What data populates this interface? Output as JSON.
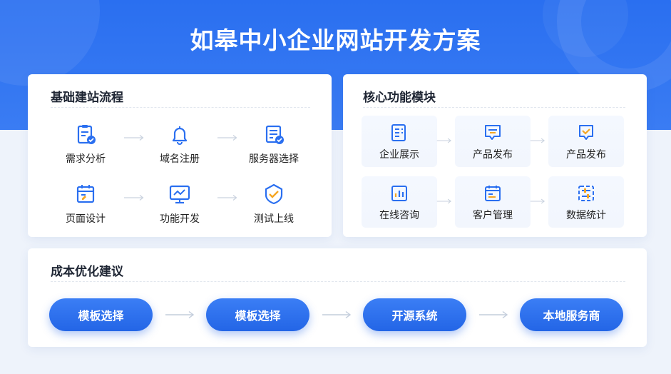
{
  "title": "如皋中小企业网站开发方案",
  "colors": {
    "primary": "#2a6ff0",
    "accent": "#f5a623"
  },
  "flow_card": {
    "title": "基础建站流程",
    "steps": [
      {
        "label": "需求分析",
        "icon": "clipboard-check-icon"
      },
      {
        "label": "域名注册",
        "icon": "bell-icon"
      },
      {
        "label": "服务器选择",
        "icon": "document-check-icon"
      },
      {
        "label": "页面设计",
        "icon": "calendar-edit-icon"
      },
      {
        "label": "功能开发",
        "icon": "monitor-chart-icon"
      },
      {
        "label": "测试上线",
        "icon": "shield-check-icon"
      }
    ]
  },
  "module_card": {
    "title": "核心功能模块",
    "tiles": [
      {
        "label": "企业展示",
        "icon": "list-doc-icon"
      },
      {
        "label": "产品发布",
        "icon": "message-edit-icon"
      },
      {
        "label": "产品发布",
        "icon": "chat-check-icon"
      },
      {
        "label": "在线咨询",
        "icon": "bar-chart-icon"
      },
      {
        "label": "客户管理",
        "icon": "calendar-list-icon"
      },
      {
        "label": "数据统计",
        "icon": "sliders-icon"
      }
    ]
  },
  "cost_card": {
    "title": "成本优化建议",
    "steps": [
      "模板选择",
      "模板选择",
      "开源系统",
      "本地服务商"
    ]
  }
}
